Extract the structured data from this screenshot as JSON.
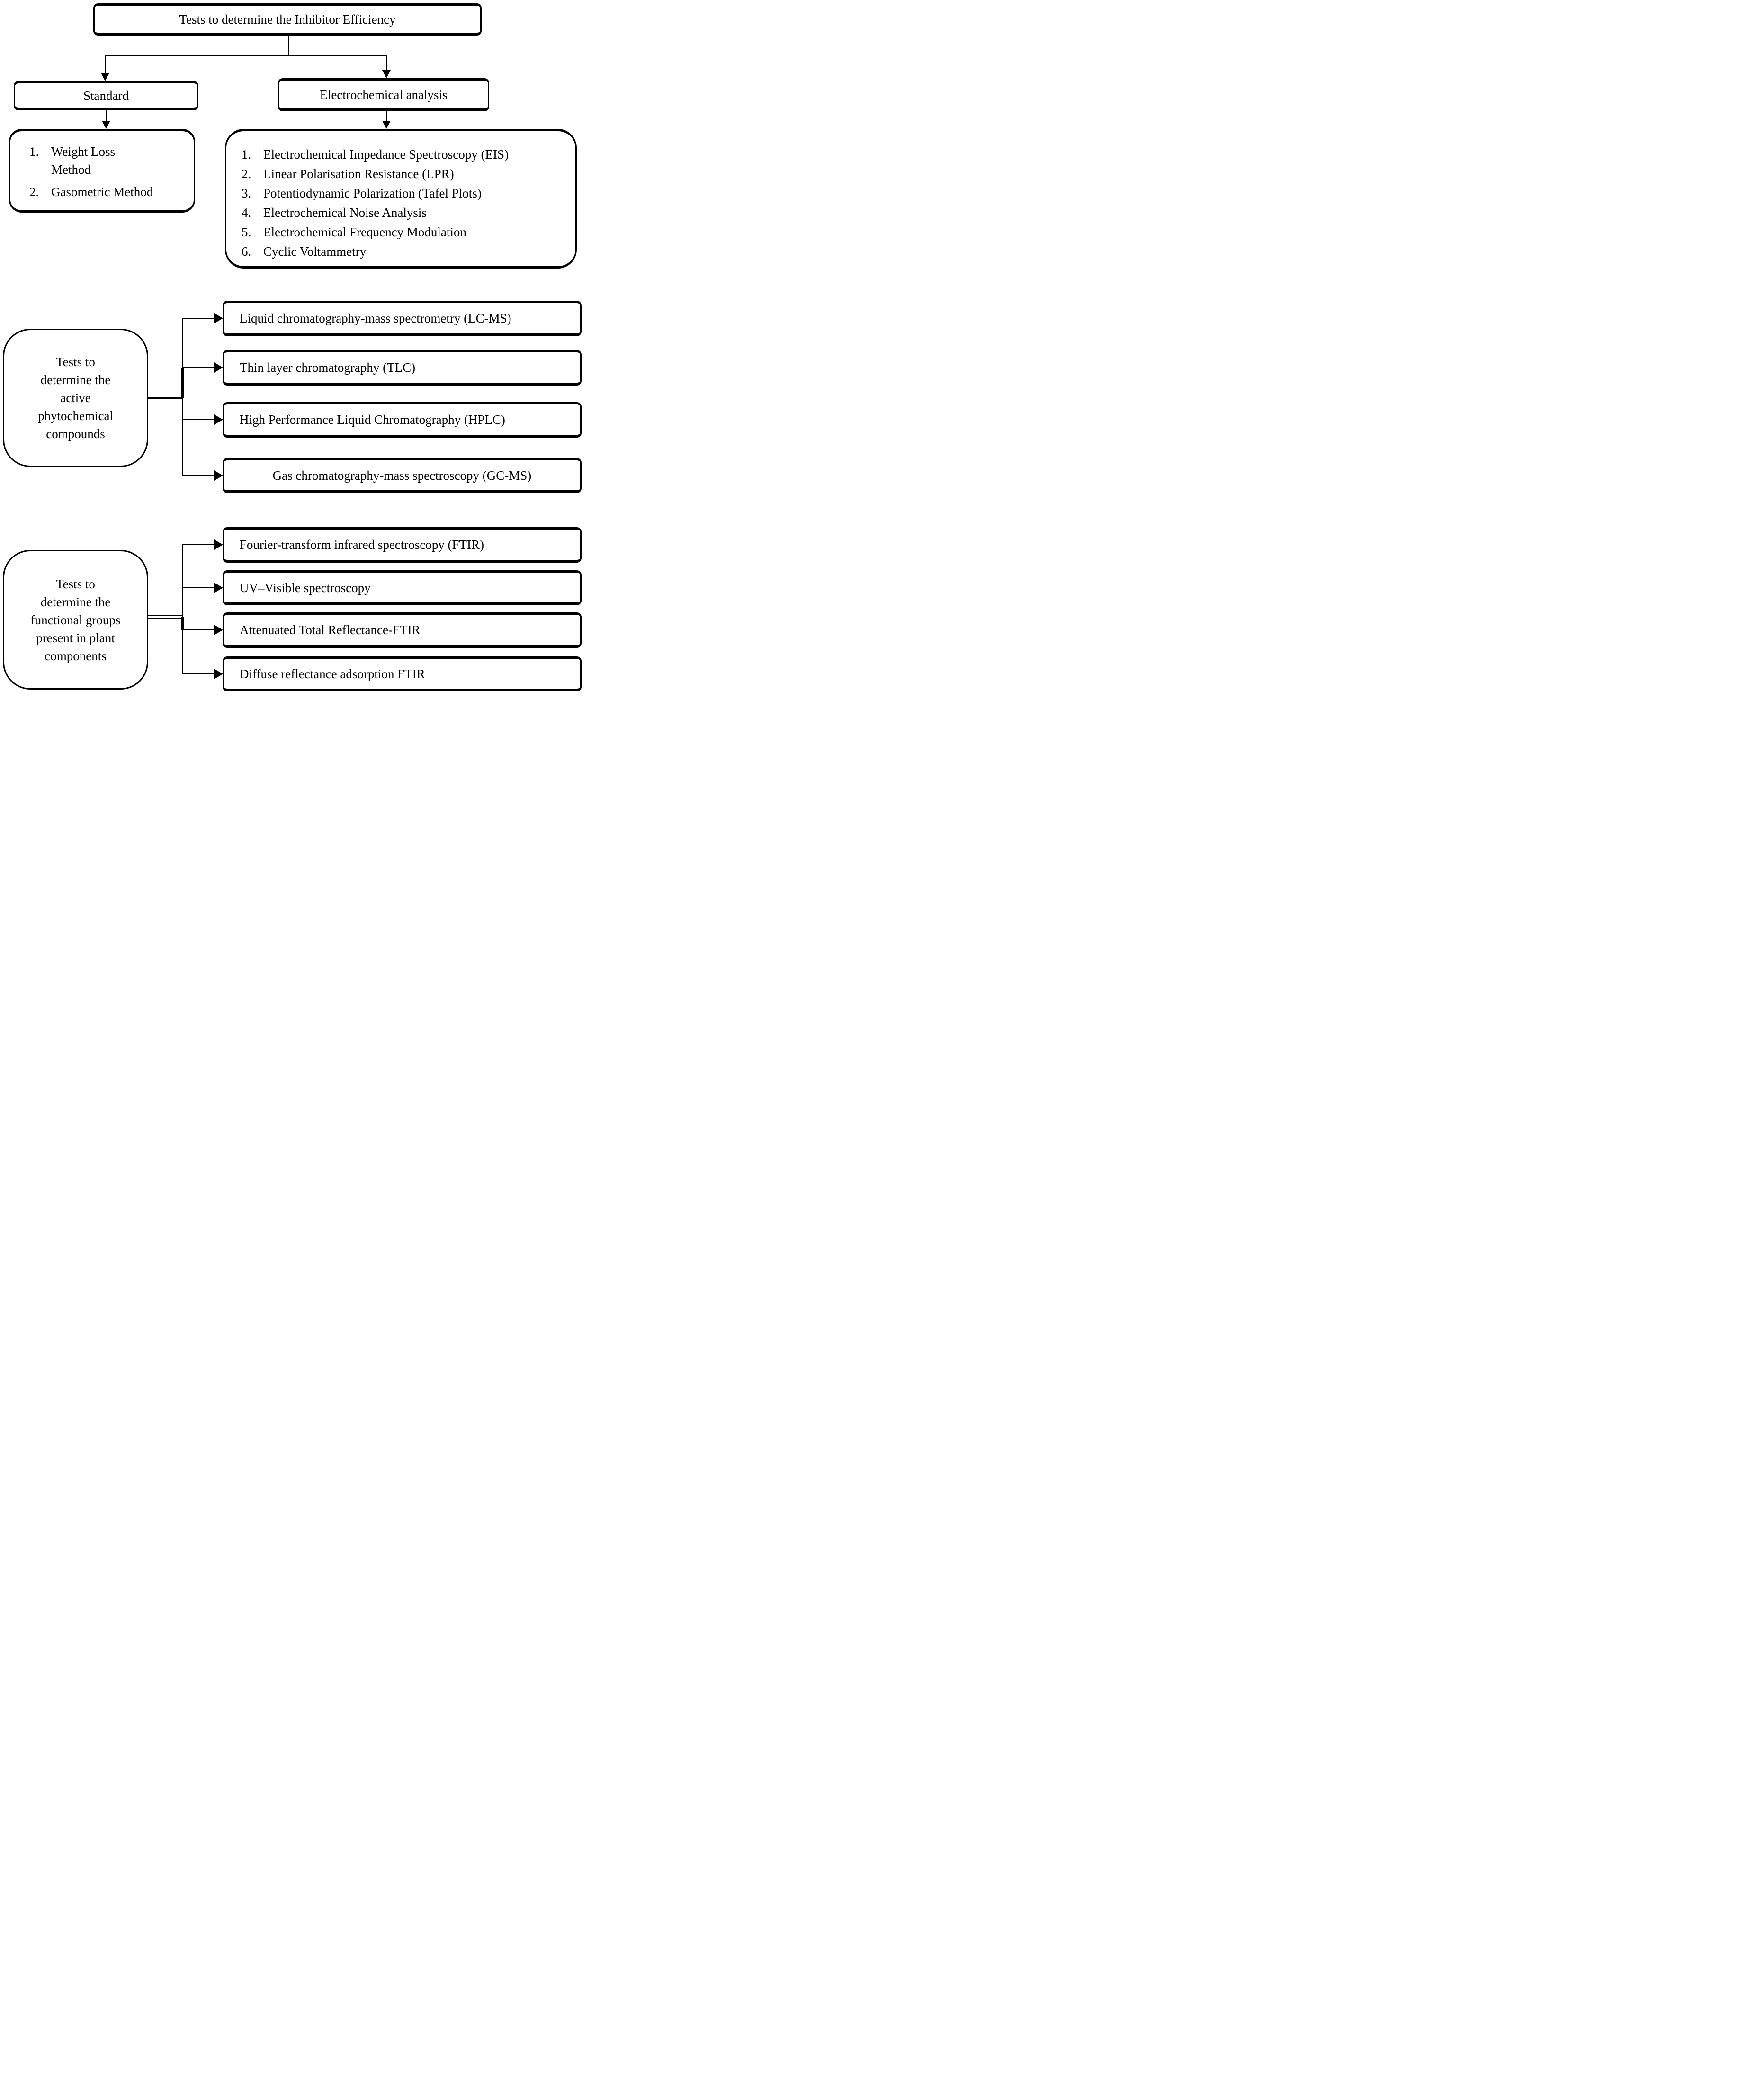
{
  "top": {
    "root_label": "Tests to determine the Inhibitor Efficiency",
    "standard": {
      "label": "Standard",
      "items": [
        {
          "num": "1.",
          "text": "Weight Loss\nMethod"
        },
        {
          "num": "2.",
          "text": "Gasometric Method"
        }
      ]
    },
    "electro": {
      "label": "Electrochemical analysis",
      "items": [
        {
          "num": "1.",
          "text": "Electrochemical Impedance Spectroscopy (EIS)"
        },
        {
          "num": "2.",
          "text": "Linear Polarisation Resistance (LPR)"
        },
        {
          "num": "3.",
          "text": "Potentiodynamic Polarization (Tafel Plots)"
        },
        {
          "num": "4.",
          "text": "Electrochemical Noise Analysis"
        },
        {
          "num": "5.",
          "text": "Electrochemical Frequency Modulation"
        },
        {
          "num": "6.",
          "text": "Cyclic Voltammetry"
        }
      ]
    }
  },
  "middle": {
    "source_label": "Tests to\ndetermine the\nactive\nphytochemical\ncompounds",
    "targets": [
      "Liquid chromatography-mass spectrometry (LC-MS)",
      "Thin layer chromatography (TLC)",
      "High Performance Liquid Chromatography (HPLC)",
      "Gas chromatography-mass spectroscopy (GC-MS)"
    ]
  },
  "bottom": {
    "source_label": "Tests to\ndetermine the\nfunctional groups\npresent in plant\ncomponents",
    "targets": [
      "Fourier-transform infrared spectroscopy (FTIR)",
      "UV–Visible spectroscopy",
      "Attenuated Total Reflectance-FTIR",
      "Diffuse reflectance adsorption FTIR"
    ]
  }
}
